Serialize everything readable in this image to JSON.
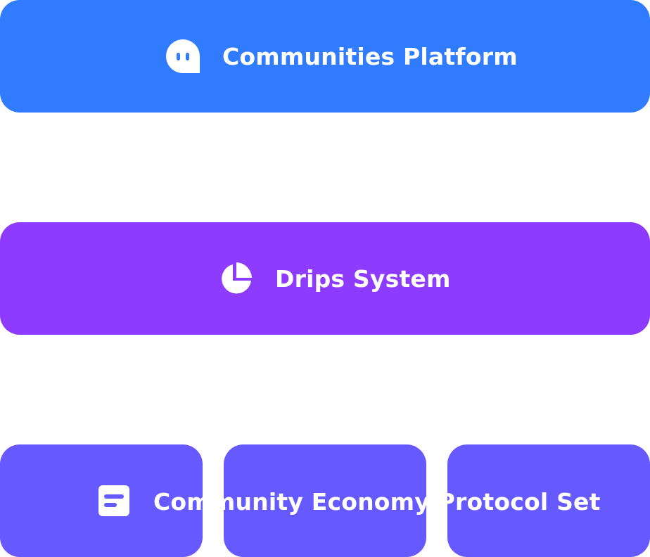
{
  "layers": [
    {
      "id": "top",
      "label": "Communities Platform",
      "color": "#317BFF",
      "icon": "chat-bubble-icon"
    },
    {
      "id": "mid",
      "label": "Drips System",
      "color": "#8C3BFF",
      "icon": "pie-chart-icon"
    },
    {
      "id": "bottom",
      "label": "Community Economy Protocol Set",
      "color": "#6559FF",
      "icon": "document-icon",
      "segments": 3
    }
  ]
}
